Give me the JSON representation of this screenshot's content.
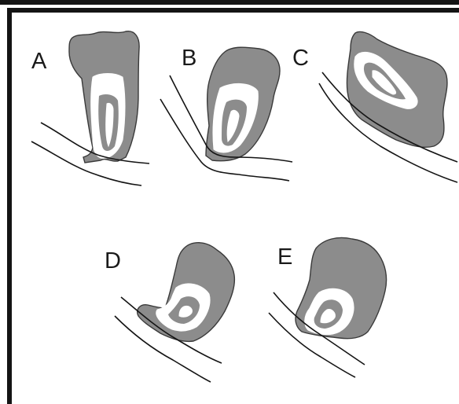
{
  "panels": [
    {
      "label": "A"
    },
    {
      "label": "B"
    },
    {
      "label": "C"
    },
    {
      "label": "D"
    },
    {
      "label": "E"
    }
  ],
  "colors": {
    "tooth": "#8c8c8c",
    "pulp": "#ffffff",
    "outline": "#141414",
    "frame": "#141414"
  }
}
